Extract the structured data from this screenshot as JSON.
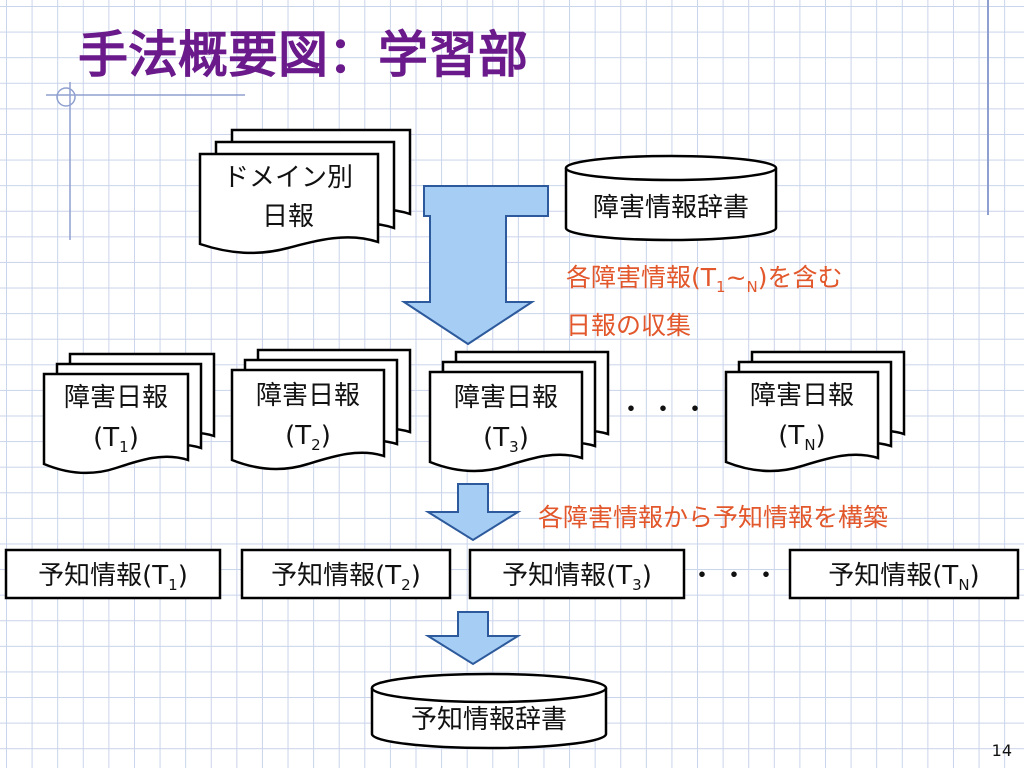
{
  "slide": {
    "title": "手法概要図：学習部",
    "page_number": "14"
  },
  "sources": {
    "domain_reports": [
      "ドメイン別",
      "日報"
    ],
    "dictionary": "障害情報辞書"
  },
  "captions": {
    "collect": {
      "line1_prefix": "各障害情報(T",
      "line1_sub1": "1",
      "line1_sep": "~",
      "line1_sub2": "N",
      "line1_suffix": ")を含む",
      "line2": "日報の収集"
    },
    "build": "各障害情報から予知情報を構築"
  },
  "failure_reports": [
    {
      "label": "障害日報",
      "prefix": "(T",
      "sub": "1",
      "suffix": ")"
    },
    {
      "label": "障害日報",
      "prefix": "(T",
      "sub": "2",
      "suffix": ")"
    },
    {
      "label": "障害日報",
      "prefix": "(T",
      "sub": "3",
      "suffix": ")"
    },
    {
      "label": "障害日報",
      "prefix": "(T",
      "sub": "N",
      "suffix": ")"
    }
  ],
  "ellipsis": "・・・",
  "prediction_items": [
    {
      "prefix": "予知情報(T",
      "sub": "1",
      "suffix": ")"
    },
    {
      "prefix": "予知情報(T",
      "sub": "2",
      "suffix": ")"
    },
    {
      "prefix": "予知情報(T",
      "sub": "3",
      "suffix": ")"
    },
    {
      "prefix": "予知情報(T",
      "sub": "N",
      "suffix": ")"
    }
  ],
  "output_dictionary": "予知情報辞書",
  "colors": {
    "title": "#6a1a8a",
    "caption": "#e2572b",
    "arrow_fill": "#a6cdf4",
    "arrow_stroke": "#2d5a9c",
    "grid": "#c9d3ea",
    "accent_line": "#8fa0d0"
  }
}
